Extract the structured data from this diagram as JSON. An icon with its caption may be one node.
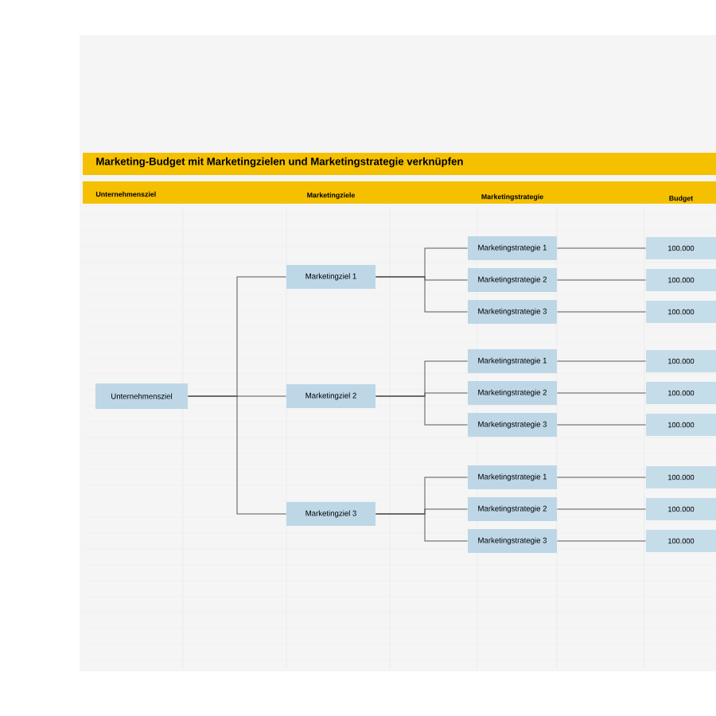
{
  "diagram": {
    "title": "Marketing-Budget mit Marketingzielen und Marketingstrategie verknüpfen",
    "nodes": [
      {
        "text": [
          "Unternehmensziel"
        ]
      },
      {
        "text": [
          "Marketingziel 1"
        ]
      },
      {
        "text": [
          "Marketingziel 2"
        ]
      },
      {
        "text": [
          "Marketingziel 3"
        ]
      },
      {
        "text": [
          "Marketingstrategie 1"
        ]
      },
      {
        "text": [
          "Marketingstrategie 2"
        ]
      },
      {
        "text": [
          "Marketingstrategie 3"
        ]
      },
      {
        "text": [
          "Marketingstrategie 1"
        ]
      },
      {
        "text": [
          "Marketingstrategie 2"
        ]
      },
      {
        "text": [
          "Marketingstrategie 3"
        ]
      },
      {
        "text": [
          "Marketingstrategie 1"
        ]
      },
      {
        "text": [
          "Marketingstrategie 2"
        ]
      },
      {
        "text": [
          "Marketingstrategie 3"
        ]
      },
      {
        "text": [
          "100.000"
        ]
      },
      {
        "text": [
          "100.000"
        ]
      },
      {
        "text": [
          "100.000"
        ]
      },
      {
        "text": [
          "100.000"
        ]
      },
      {
        "text": [
          "100.000"
        ]
      },
      {
        "text": [
          "100.000"
        ]
      },
      {
        "text": [
          "100.000"
        ]
      },
      {
        "text": [
          "100.000"
        ]
      },
      {
        "text": [
          "100.000"
        ]
      }
    ],
    "edges": [
      {
        "from": 0,
        "to": 1,
        "arrow": "none"
      },
      {
        "from": 0,
        "to": 2,
        "arrow": "none"
      },
      {
        "from": 0,
        "to": 3,
        "arrow": "none"
      },
      {
        "from": 1,
        "to": 4,
        "arrow": "none"
      },
      {
        "from": 1,
        "to": 5,
        "arrow": "none"
      },
      {
        "from": 1,
        "to": 6,
        "arrow": "none"
      },
      {
        "from": 2,
        "to": 7,
        "arrow": "none"
      },
      {
        "from": 2,
        "to": 8,
        "arrow": "none"
      },
      {
        "from": 2,
        "to": 9,
        "arrow": "none"
      },
      {
        "from": 3,
        "to": 10,
        "arrow": "none"
      },
      {
        "from": 3,
        "to": 11,
        "arrow": "none"
      },
      {
        "from": 3,
        "to": 12,
        "arrow": "none"
      },
      {
        "from": 4,
        "to": 13,
        "arrow": "none"
      },
      {
        "from": 5,
        "to": 14,
        "arrow": "none"
      },
      {
        "from": 6,
        "to": 15,
        "arrow": "none"
      },
      {
        "from": 7,
        "to": 16,
        "arrow": "none"
      },
      {
        "from": 8,
        "to": 17,
        "arrow": "none"
      },
      {
        "from": 9,
        "to": 18,
        "arrow": "none"
      },
      {
        "from": 10,
        "to": 19,
        "arrow": "none"
      },
      {
        "from": 11,
        "to": 20,
        "arrow": "none"
      },
      {
        "from": 12,
        "to": 21,
        "arrow": "none"
      }
    ],
    "labels": [
      "Unternehmensziel",
      "Marketingziele",
      "Marketingstrategie",
      "Budget"
    ]
  }
}
